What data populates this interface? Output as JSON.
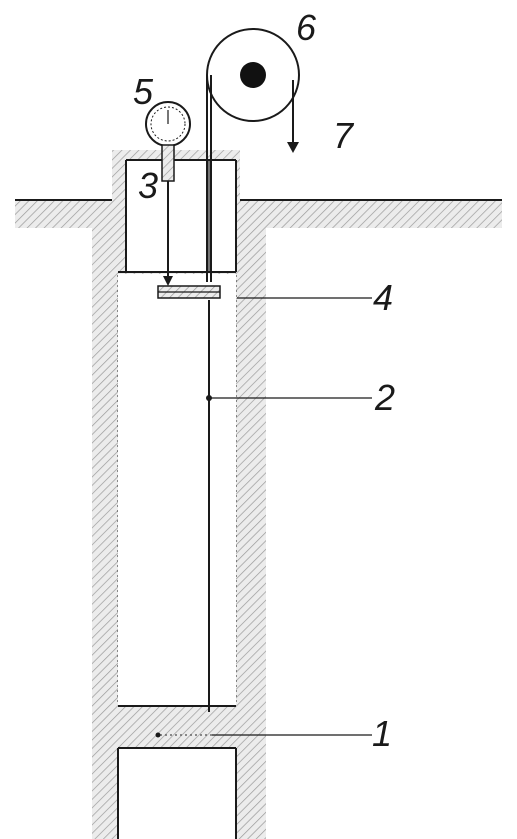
{
  "labels": {
    "l1": "1",
    "l2": "2",
    "l3": "3",
    "l4": "4",
    "l5": "5",
    "l6": "6",
    "l7": "7"
  },
  "colors": {
    "ink": "#1a1a1a",
    "hatch": "#9a9a9a",
    "background": "#ffffff"
  }
}
